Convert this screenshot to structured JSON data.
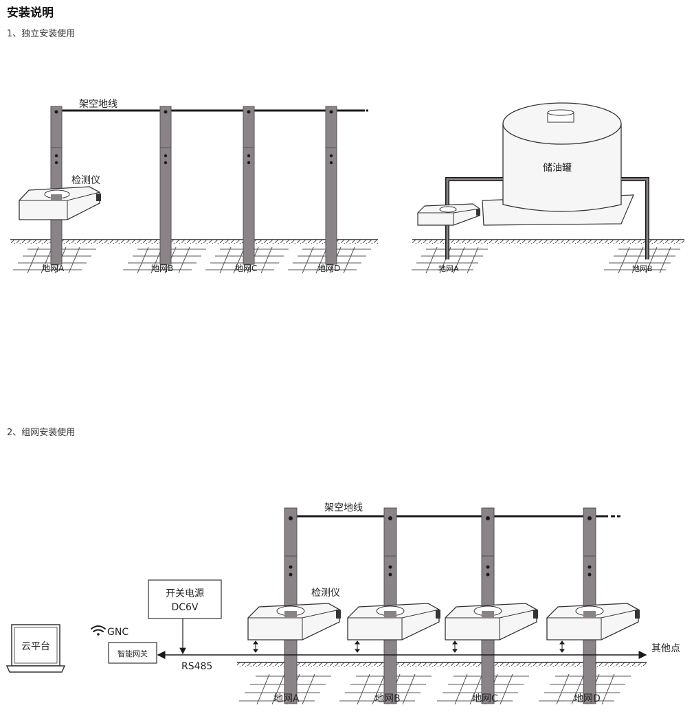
{
  "page": {
    "title": "安装说明",
    "section1": "1、独立安装使用",
    "section2": "2、组网安装使用"
  },
  "diagram1": {
    "overhead_wire": "架空地线",
    "detector": "检测仪",
    "tank": "储油罐",
    "grounds_left": [
      "地网A",
      "地网B",
      "地网C",
      "地网D"
    ],
    "grounds_right": [
      "地网A",
      "地网B"
    ]
  },
  "diagram2": {
    "overhead_wire": "架空地线",
    "detector": "检测仪",
    "power_supply_line1": "开关电源",
    "power_supply_line2": "DC6V",
    "signal": "GNC",
    "gateway": "智能网关",
    "cloud": "云平台",
    "bus": "RS485",
    "other_points": "其他点",
    "grounds": [
      "地网A",
      "地网B",
      "地网C",
      "地网D"
    ]
  },
  "colors": {
    "pole": "#8a8387",
    "pole_dark": "#555053",
    "line": "#1a1a1a",
    "device_fill": "#f6f6f6"
  }
}
